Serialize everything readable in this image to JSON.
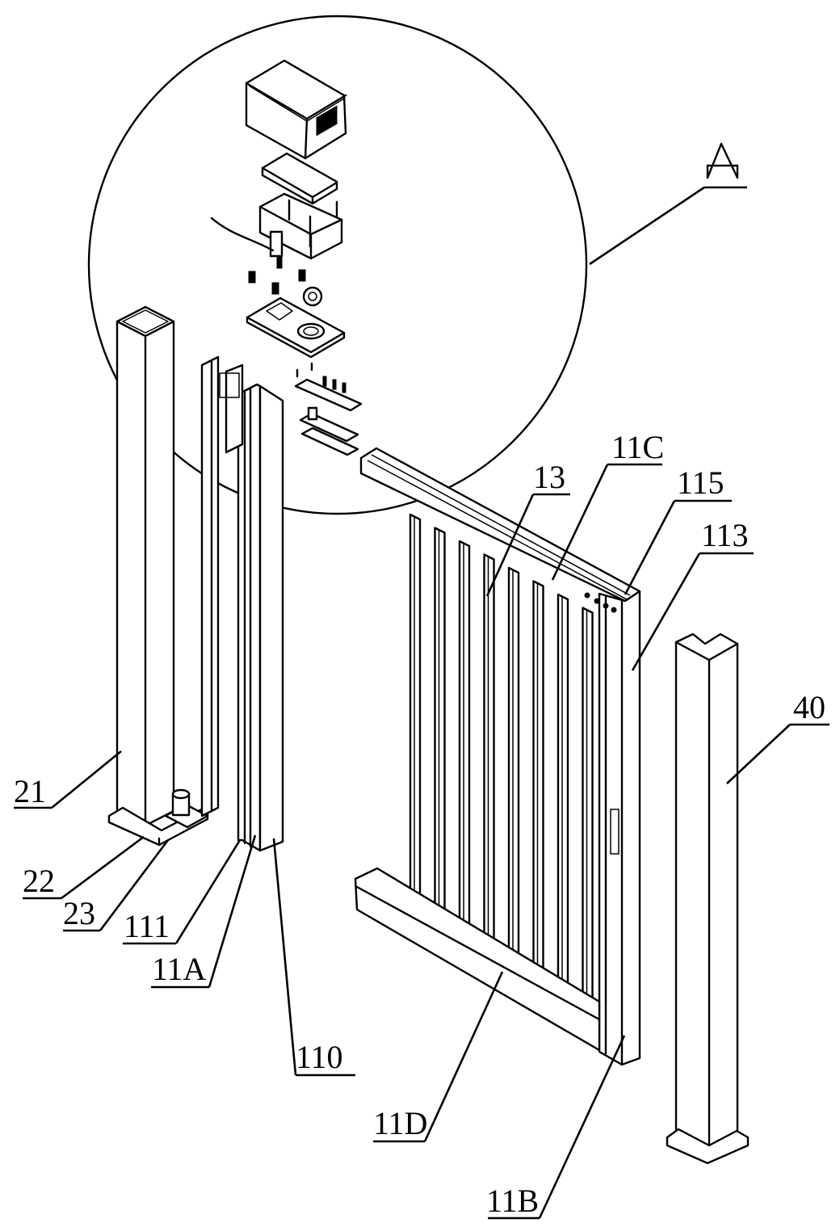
{
  "figure": {
    "type": "exploded isometric patent drawing",
    "subject": "gate / barrier assembly with drive unit",
    "detail_view": {
      "marker": "A",
      "description": "circled detail region containing drive components"
    },
    "labels": [
      {
        "id": "21",
        "text": "21",
        "target": "left square post"
      },
      {
        "id": "22",
        "text": "22",
        "target": "post base plate"
      },
      {
        "id": "23",
        "text": "23",
        "target": "pivot bearing seat"
      },
      {
        "id": "111",
        "text": "111",
        "target": "left frame channel strip"
      },
      {
        "id": "11A",
        "text": "11A",
        "target": "left vertical frame member"
      },
      {
        "id": "110",
        "text": "110",
        "target": "channel profile"
      },
      {
        "id": "13",
        "text": "13",
        "target": "vertical slats"
      },
      {
        "id": "11C",
        "text": "11C",
        "target": "top rail"
      },
      {
        "id": "115",
        "text": "115",
        "target": "top corner cap"
      },
      {
        "id": "113",
        "text": "113",
        "target": "right stile face"
      },
      {
        "id": "40",
        "text": "40",
        "target": "right receiving post"
      },
      {
        "id": "11D",
        "text": "11D",
        "target": "bottom rail"
      },
      {
        "id": "11B",
        "text": "11B",
        "target": "right vertical frame member"
      }
    ]
  }
}
